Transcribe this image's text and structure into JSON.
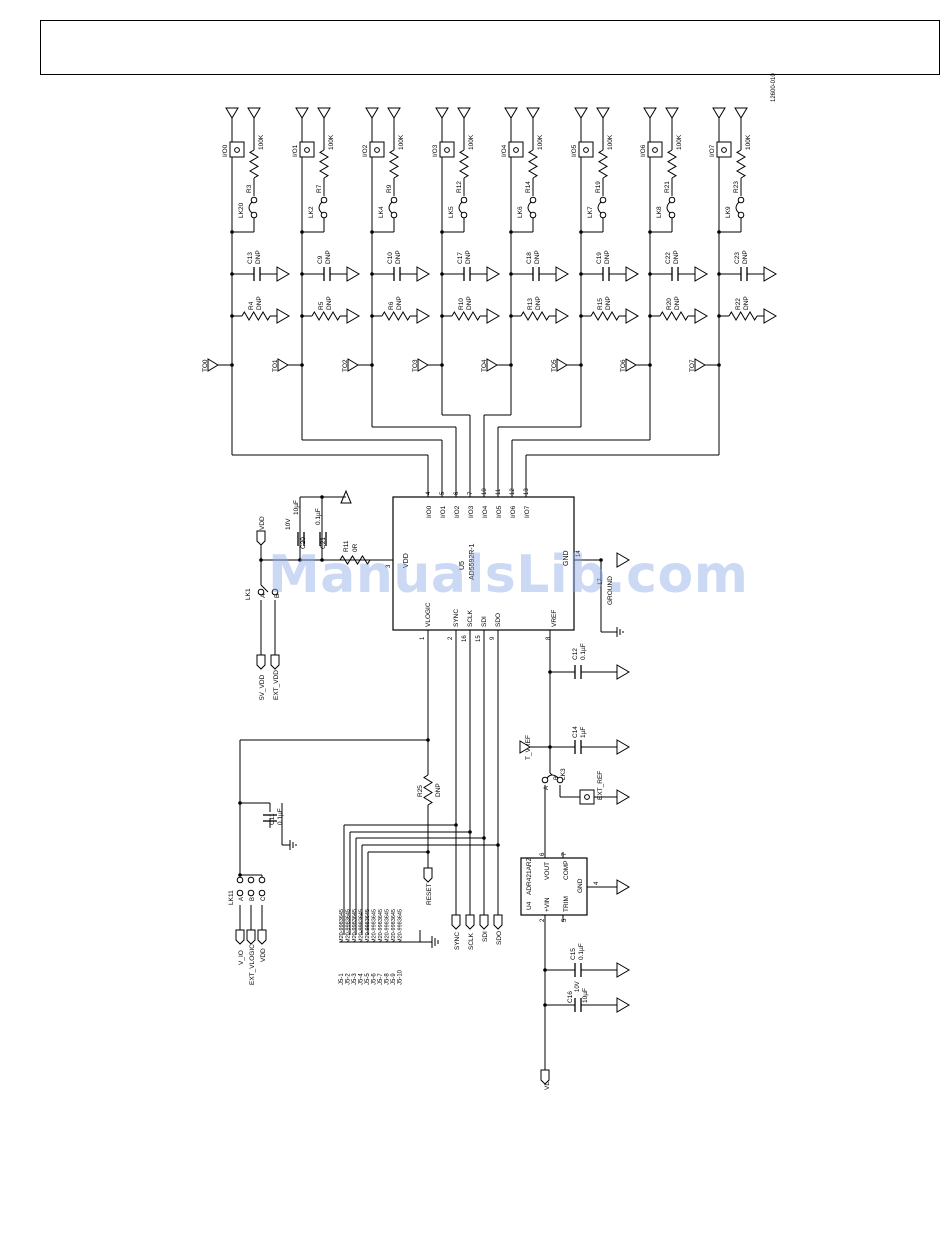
{
  "figure_id": "12600-010",
  "watermark": "ManualsLib.com",
  "channels": [
    {
      "io": "I/O0",
      "r": "R3",
      "rv": "100K",
      "lk": "LK20",
      "c": "C13",
      "cv": "DNP",
      "rb": "R4",
      "rbv": "DNP",
      "tp": "TO0",
      "pin": "4"
    },
    {
      "io": "I/O1",
      "r": "R7",
      "rv": "100K",
      "lk": "LK2",
      "c": "C9",
      "cv": "DNP",
      "rb": "R5",
      "rbv": "DNP",
      "tp": "TO1",
      "pin": "5"
    },
    {
      "io": "I/O2",
      "r": "R9",
      "rv": "100K",
      "lk": "LK4",
      "c": "C10",
      "cv": "DNP",
      "rb": "R6",
      "rbv": "DNP",
      "tp": "TO2",
      "pin": "6"
    },
    {
      "io": "I/O3",
      "r": "R12",
      "rv": "100K",
      "lk": "LK5",
      "c": "C17",
      "cv": "DNP",
      "rb": "R10",
      "rbv": "DNP",
      "tp": "TO3",
      "pin": "7"
    },
    {
      "io": "I/O4",
      "r": "R14",
      "rv": "100K",
      "lk": "LK6",
      "c": "C18",
      "cv": "DNP",
      "rb": "R13",
      "rbv": "DNP",
      "tp": "TO4",
      "pin": "10"
    },
    {
      "io": "I/O5",
      "r": "R19",
      "rv": "100K",
      "lk": "LK7",
      "c": "C19",
      "cv": "DNP",
      "rb": "R15",
      "rbv": "DNP",
      "tp": "TO5",
      "pin": "11"
    },
    {
      "io": "I/O6",
      "r": "R21",
      "rv": "100K",
      "lk": "LK8",
      "c": "C22",
      "cv": "DNP",
      "rb": "R20",
      "rbv": "DNP",
      "tp": "TO6",
      "pin": "12"
    },
    {
      "io": "I/O7",
      "r": "R23",
      "rv": "100K",
      "lk": "LK9",
      "c": "C23",
      "cv": "DNP",
      "rb": "R22",
      "rbv": "DNP",
      "tp": "TO7",
      "pin": "13"
    }
  ],
  "u5": {
    "ref": "U5",
    "part": "AD5592R-1",
    "pins_top": [
      "I/O0",
      "I/O1",
      "I/O2",
      "I/O3",
      "I/O4",
      "I/O5",
      "I/O6",
      "I/O7"
    ],
    "vdd": {
      "label": "VDD",
      "num": "3"
    },
    "gnd": {
      "label": "GND",
      "num": "14"
    },
    "pad": {
      "label": "GROUND",
      "num": "17"
    },
    "vlogic": {
      "label": "VLOGIC",
      "num": "1"
    },
    "sync": {
      "label": "SYNC",
      "num": "2"
    },
    "sclk": {
      "label": "SCLK",
      "num": "16"
    },
    "sdi": {
      "label": "SDI",
      "num": "15"
    },
    "sdo": {
      "label": "SDO",
      "num": "9"
    },
    "vref": {
      "label": "VREF",
      "num": "8"
    }
  },
  "supply": {
    "c20": "C20",
    "c20v": "10µF",
    "c21": "C21",
    "c21v": "0.1µF",
    "c20_note": "10V",
    "r11": "R11",
    "r11v": "0R",
    "vdd": "VDD",
    "lk1": "LK1",
    "lk1a": "A",
    "lk1b": "B",
    "v5": "5V_VDD",
    "ext": "EXT_VDD"
  },
  "vref": {
    "c12": "C12",
    "c12v": "0.1µF",
    "c14": "C14",
    "c14v": "1µF",
    "tp": "T_VREF",
    "lk3": "LK3",
    "lk3a": "A",
    "lk3b": "B",
    "ext": "EXT_REF"
  },
  "u4": {
    "ref": "U4",
    "part": "ADR421ARZ",
    "vin": "+VIN",
    "vout": "VOUT",
    "comp": "COMP",
    "gnd": "GND",
    "trim": "TRIM",
    "pin_vin": "2",
    "pin_vout": "6",
    "pin_comp": "7",
    "pin_gnd": "4",
    "pin_trim": "5",
    "c15": "C15",
    "c15v": "0.1µF",
    "c16": "C16",
    "c16v": "10µF",
    "c16_note": "10V",
    "vdd": "VDD"
  },
  "vlogic": {
    "c11": "C11",
    "c11v": "0.1µF",
    "lk11": "LK11",
    "lk11a": "A",
    "lk11b": "B",
    "lk11c": "C",
    "vio": "V_IO",
    "ext": "EXT_VLOGIC",
    "vdd": "VDD",
    "r25": "R25",
    "r25v": "DNP",
    "reset": "RESET"
  },
  "digital": {
    "sync": "SYNC",
    "sclk": "SCLK",
    "sdi": "SDI",
    "sdo": "SDO"
  },
  "header": {
    "parts": [
      "M20-9983645",
      "M20-9983645",
      "M20-9983645",
      "M20-9983645",
      "M20-9983645",
      "M20-9983645",
      "M20-9983645",
      "M20-9983645",
      "M20-9983645",
      "M20-9983645"
    ],
    "pins": [
      "J5-1",
      "J5-2",
      "J5-3",
      "J5-4",
      "J5-5",
      "J5-6",
      "J5-7",
      "J5-8",
      "J5-9",
      "J5-10"
    ]
  }
}
